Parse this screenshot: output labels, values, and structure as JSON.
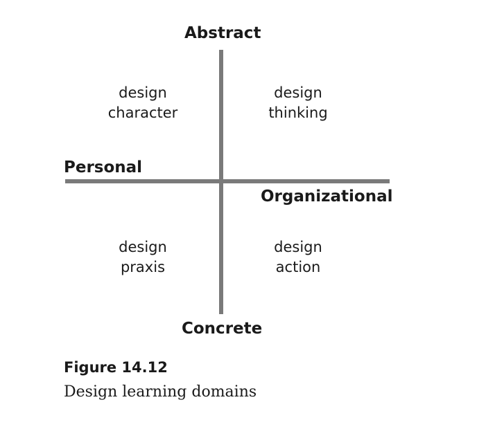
{
  "axes": {
    "top": "Abstract",
    "left": "Personal",
    "right": "Organizational",
    "bottom": "Concrete"
  },
  "quadrants": {
    "top_left": [
      "design",
      "character"
    ],
    "top_right": [
      "design",
      "thinking"
    ],
    "bottom_left": [
      "design",
      "praxis"
    ],
    "bottom_right": [
      "design",
      "action"
    ]
  },
  "caption": {
    "label": "Figure 14.12",
    "text": "Design learning domains"
  },
  "colors": {
    "axis": "#7a7a7a",
    "text": "#1a1a1a",
    "background": "#ffffff"
  }
}
